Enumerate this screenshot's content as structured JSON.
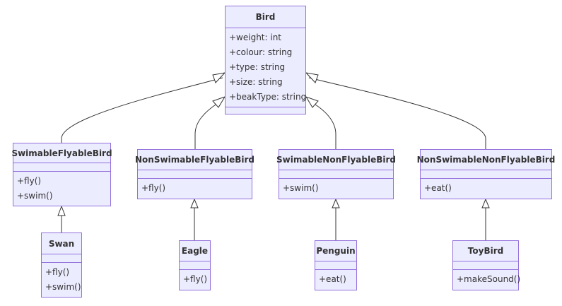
{
  "classes": {
    "bird": {
      "name": "Bird",
      "attributes": [
        "+weight: int",
        "+colour: string",
        "+type: string",
        "+size: string",
        "+beakType: string"
      ],
      "methods": []
    },
    "swimable_flyable_bird": {
      "name": "SwimableFlyableBird",
      "attributes": [],
      "methods": [
        "+fly()",
        "+swim()"
      ]
    },
    "non_swimable_flyable_bird": {
      "name": "NonSwimableFlyableBird",
      "attributes": [],
      "methods": [
        "+fly()"
      ]
    },
    "swimable_non_flyable_bird": {
      "name": "SwimableNonFlyableBird",
      "attributes": [],
      "methods": [
        "+swim()"
      ]
    },
    "non_swimable_non_flyable_bird": {
      "name": "NonSwimableNonFlyableBird",
      "attributes": [],
      "methods": [
        "+eat()"
      ]
    },
    "swan": {
      "name": "Swan",
      "attributes": [],
      "methods": [
        "+fly()",
        "+swim()"
      ]
    },
    "eagle": {
      "name": "Eagle",
      "attributes": [],
      "methods": [
        "+fly()"
      ]
    },
    "penguin": {
      "name": "Penguin",
      "attributes": [],
      "methods": [
        "+eat()"
      ]
    },
    "toy_bird": {
      "name": "ToyBird",
      "attributes": [],
      "methods": [
        "+makeSound()"
      ]
    }
  },
  "inheritance": [
    {
      "child": "swimable_flyable_bird",
      "parent": "bird"
    },
    {
      "child": "non_swimable_flyable_bird",
      "parent": "bird"
    },
    {
      "child": "swimable_non_flyable_bird",
      "parent": "bird"
    },
    {
      "child": "non_swimable_non_flyable_bird",
      "parent": "bird"
    },
    {
      "child": "swan",
      "parent": "swimable_flyable_bird"
    },
    {
      "child": "eagle",
      "parent": "non_swimable_flyable_bird"
    },
    {
      "child": "penguin",
      "parent": "swimable_non_flyable_bird"
    },
    {
      "child": "toy_bird",
      "parent": "non_swimable_non_flyable_bird"
    }
  ],
  "colors": {
    "box_fill": "#ececff",
    "box_border": "#9370db",
    "text": "#333333",
    "line": "#333333"
  }
}
